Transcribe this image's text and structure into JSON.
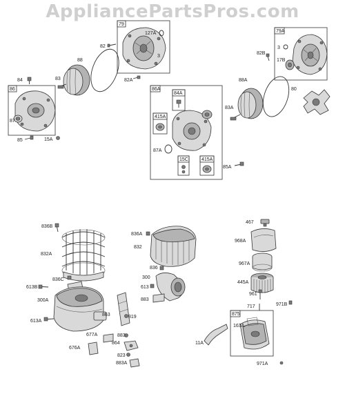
{
  "watermark": "AppliancePartsPros.com",
  "callouts": {
    "b79": "79",
    "b127a": "127A",
    "b3a": "3",
    "b82": "82",
    "b88": "88",
    "b82a": "82A",
    "b86": "86",
    "b84": "84",
    "b83": "83",
    "b87": "87",
    "b85": "85",
    "b15a": "15A",
    "b86a": "86A",
    "b84a": "84A",
    "b415a1": "415A",
    "b87a": "87A",
    "b15c": "15C",
    "b415a2": "415A",
    "b83a": "83A",
    "b85a": "85A",
    "b79a": "79A",
    "b3b": "3",
    "b82b": "82B",
    "b17b": "17B",
    "b88a": "88A",
    "b80": "80",
    "b836b": "836B",
    "b832a": "832A",
    "b836c": "836C",
    "b613b": "613B",
    "b300a": "300A",
    "b613a": "613A",
    "b863": "863",
    "b819": "819",
    "b677a": "677A",
    "b883a1": "883",
    "b864": "864",
    "b676a": "676A",
    "b823": "823",
    "b883a": "883A",
    "b836a": "836A",
    "b832": "832",
    "b836": "836",
    "b300": "300",
    "b613": "613",
    "b883b": "883",
    "b467": "467",
    "b968a": "968A",
    "b967a": "967A",
    "b445a": "445A",
    "b961": "961",
    "b717": "717",
    "b971b": "971B",
    "b875": "875",
    "b163a": "163A",
    "b11a": "11A",
    "b971a": "971A"
  }
}
